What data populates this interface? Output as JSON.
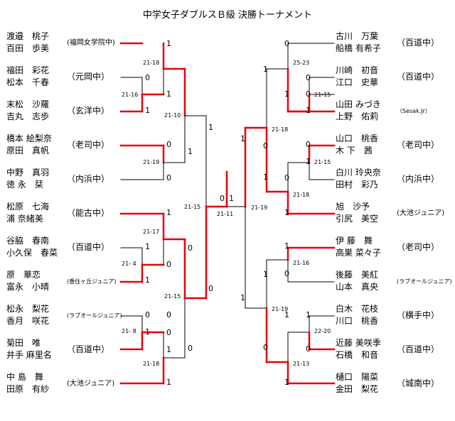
{
  "title": "中学女子ダブルスＢ級 決勝トーナメント",
  "colors": {
    "win": "#e8000b",
    "line": "#000000"
  },
  "left_pairs": [
    {
      "p1": "渡邉　桃子",
      "p2": "百田　歩美",
      "school": "(福岡女学院中)"
    },
    {
      "p1": "福田　彩花",
      "p2": "松本　千春",
      "school": "（元岡中）"
    },
    {
      "p1": "末松　沙羅",
      "p2": "吉丸　志歩",
      "school": "（玄洋中）"
    },
    {
      "p1": "橋本 絵梨奈",
      "p2": "原田　真帆",
      "school": "（老司中）"
    },
    {
      "p1": "中野　真羽",
      "p2": "徳 永　栞",
      "school": "（内浜中）"
    },
    {
      "p1": "松原　七海",
      "p2": "浦 奈緒美",
      "school": "（能古中）"
    },
    {
      "p1": "谷脇　春南",
      "p2": "小久保　春菜",
      "school": "（百道中）"
    },
    {
      "p1": "原　華恋",
      "p2": "富永　小晴",
      "school": "(香住ヶ丘ジュニア)"
    },
    {
      "p1": "松永　梨花",
      "p2": "香月　咲花",
      "school": "(ラブオールジュニア)"
    },
    {
      "p1": "菊田　唯",
      "p2": "井手 麻里名",
      "school": "（百道中）"
    },
    {
      "p1": "中 島　舞",
      "p2": "田原　有紗",
      "school": "(大池ジュニア)"
    }
  ],
  "right_pairs": [
    {
      "p1": "古川　万葉",
      "p2": "船橋 有希子",
      "school": "（百道中）"
    },
    {
      "p1": "川崎　初音",
      "p2": "江口　史華",
      "school": "（百道中）"
    },
    {
      "p1": "山田 みづき",
      "p2": "上野　佑莉",
      "school": "（Sesak.Jr）"
    },
    {
      "p1": "山口　桃香",
      "p2": "木 下　茜",
      "school": "（老司中）"
    },
    {
      "p1": "白川 玲央奈",
      "p2": "田村　彩乃",
      "school": "（内浜中）"
    },
    {
      "p1": "旭　沙予",
      "p2": "引尻　美空",
      "school": "(大池ジュニア)"
    },
    {
      "p1": "伊 藤　舞",
      "p2": "高巣 菜々子",
      "school": "（老司中）"
    },
    {
      "p1": "後藤　美紅",
      "p2": "山本　真央",
      "school": "(ラブオールジュニア)"
    },
    {
      "p1": "白木　花枝",
      "p2": "川口　桃香",
      "school": "（横手中）"
    },
    {
      "p1": "近藤 美咲季",
      "p2": "石橋　和音",
      "school": "（百道中）"
    },
    {
      "p1": "樋口　陽菜",
      "p2": "金田　梨花",
      "school": "（城南中）"
    }
  ],
  "game_scores": {
    "l_r1_a": "21-16",
    "l_r1_b": "21- 4",
    "l_r1_c": "21- 8",
    "l_qf_1": "21-18",
    "l_qf_2": "21-19",
    "l_qf_3": "21-17",
    "l_qf_4": "21-18",
    "l_sf_1": "21-10",
    "l_sf_2": "21-15",
    "l_final": "21-15",
    "final": "21-11",
    "r_final": "21-19",
    "r_sf_1": "21-18",
    "r_sf_2": "21-19",
    "r_qf_1": "25-23",
    "r_qf_2": "21-15",
    "r_qf_3": "21-18",
    "r_qf_4": "21-16",
    "r_qf_5": "21-13",
    "r_r1_a": "21-15",
    "r_r1_b": "21-15",
    "r_r1_c": "22-20"
  },
  "set_scores": {
    "l1": "1",
    "l2": "0",
    "l3": "1",
    "l4": "1",
    "l5": "0",
    "l6": "1",
    "l7": "0",
    "l8": "1",
    "l9": "1",
    "l10": "0",
    "l11": "1",
    "l12": "0",
    "l13": "1",
    "l14": "0",
    "l15": "0",
    "l16": "1",
    "l17": "0",
    "l18": "1",
    "l19": "0",
    "l20": "1",
    "l21": "1",
    "l22": "0",
    "r1": "0",
    "r2": "0",
    "r3": "1",
    "r4": "0",
    "r5": "1",
    "r6": "1",
    "r7": "1",
    "r8": "0",
    "r9": "0",
    "r10": "1",
    "r11": "1",
    "r12": "0",
    "r13": "1",
    "r14": "0",
    "r15": "1",
    "r16": "1",
    "r17": "0",
    "r18": "1",
    "r19": "1",
    "r20": "1",
    "r21": "0",
    "r22": "0",
    "r23": "1"
  }
}
